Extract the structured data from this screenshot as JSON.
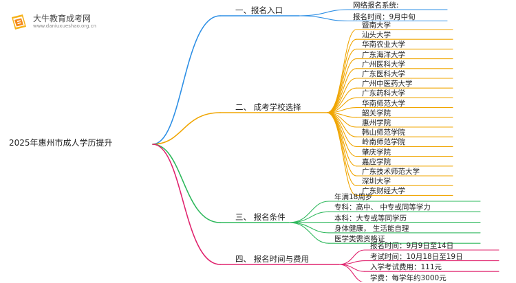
{
  "logo": {
    "name": "大牛教育成考网",
    "url": "www.daniuxueshao.org.cn"
  },
  "root": "2025年惠州市成人学历提升",
  "colors": {
    "b1": "#2d8fe5",
    "b2": "#f0a500",
    "b3": "#2eb85c",
    "b4": "#e0246e"
  },
  "branches": [
    {
      "label": "一、报名入口",
      "items": [
        "网络报名系统:",
        "报名时间：9月中旬"
      ]
    },
    {
      "label": "二、 成考学校选择",
      "items": [
        "暨南大学",
        "汕头大学",
        "华南农业大学",
        "广东海洋大学",
        "广州医科大学",
        "广东医科大学",
        "广州中医药大学",
        "广东药科大学",
        "华南师范大学",
        "韶关学院",
        "惠州学院",
        "韩山师范学院",
        "岭南师范学院",
        "肇庆学院",
        "嘉应学院",
        "广东技术师范大学",
        "深圳大学",
        "广东财经大学"
      ]
    },
    {
      "label": "三、 报名条件",
      "items": [
        "年满18周岁",
        "专科：高中、 中专或同等学力",
        "本科：大专或等同学历",
        "身体健康， 生活能自理",
        "医学类需资格证"
      ]
    },
    {
      "label": "四、 报名时间与费用",
      "items": [
        "报名时间：9月9日至14日",
        "考试时间：10月18日至19日",
        "入学考试费用：111元",
        "学费：每学年约3000元"
      ]
    }
  ]
}
